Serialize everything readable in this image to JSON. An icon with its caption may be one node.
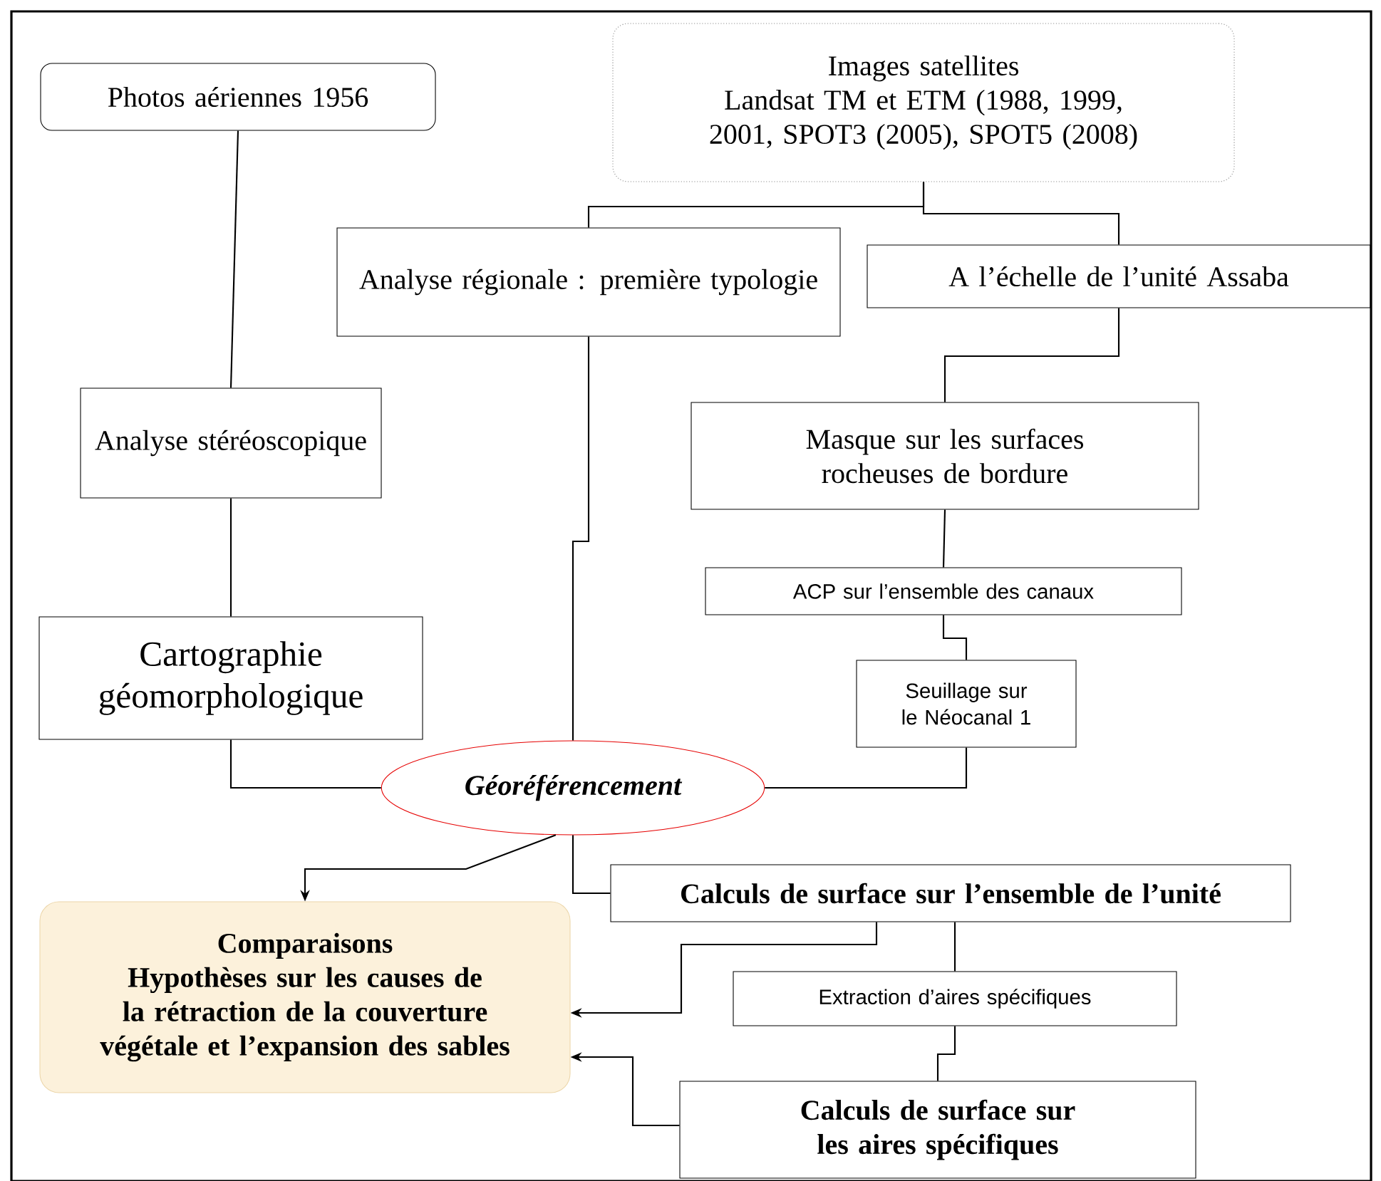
{
  "diagram": {
    "nodes": [
      {
        "text": [
          "Photos aériennes 1956"
        ]
      },
      {
        "text": [
          "Images satellites",
          "Landsat TM et ETM (1988, 1999, 2001, SPOT3 (2005), SPOT5 (2008)"
        ]
      },
      {
        "text": [
          "Analyse régionale : première typologie"
        ]
      },
      {
        "text": [
          "A l’échelle de l’unité Assaba"
        ]
      },
      {
        "text": [
          "Analyse stéréoscopique"
        ]
      },
      {
        "text": [
          "Masque sur les surfaces rocheuses de bordure"
        ]
      },
      {
        "text": [
          "ACP sur l’ensemble des canaux"
        ]
      },
      {
        "text": [
          "Cartographie géomorphologique"
        ]
      },
      {
        "text": [
          "Seuillage sur le Néocanal 1"
        ]
      },
      {
        "text": [
          "Géoréférencement"
        ]
      },
      {
        "text": [
          "Calculs de surface sur l’ensemble de l’unité"
        ]
      },
      {
        "text": [
          "Comparaisons",
          "Hypothèses sur les causes de la rétraction de la couverture végétale et l’expansion des sables"
        ]
      },
      {
        "text": [
          "Extraction d’aires spécifiques"
        ]
      },
      {
        "text": [
          "Calculs de surface sur les aires spécifiques"
        ]
      }
    ],
    "edges": [
      {
        "from": 0,
        "to": 4,
        "arrow": "none"
      },
      {
        "from": 4,
        "to": 7,
        "arrow": "none"
      },
      {
        "from": 1,
        "to": 2,
        "arrow": "none"
      },
      {
        "from": 1,
        "to": 3,
        "arrow": "none"
      },
      {
        "from": 3,
        "to": 5,
        "arrow": "none"
      },
      {
        "from": 5,
        "to": 6,
        "arrow": "none"
      },
      {
        "from": 6,
        "to": 8,
        "arrow": "none"
      },
      {
        "from": 2,
        "to": 9,
        "arrow": "none"
      },
      {
        "from": 7,
        "to": 9,
        "arrow": "none"
      },
      {
        "from": 8,
        "to": 9,
        "arrow": "none"
      },
      {
        "from": 9,
        "to": 11,
        "arrow": "to"
      },
      {
        "from": 9,
        "to": 10,
        "arrow": "none"
      },
      {
        "from": 10,
        "to": 11,
        "arrow": "to"
      },
      {
        "from": 10,
        "to": 12,
        "arrow": "none"
      },
      {
        "from": 12,
        "to": 13,
        "arrow": "none"
      },
      {
        "from": 13,
        "to": 11,
        "arrow": "to"
      }
    ]
  }
}
